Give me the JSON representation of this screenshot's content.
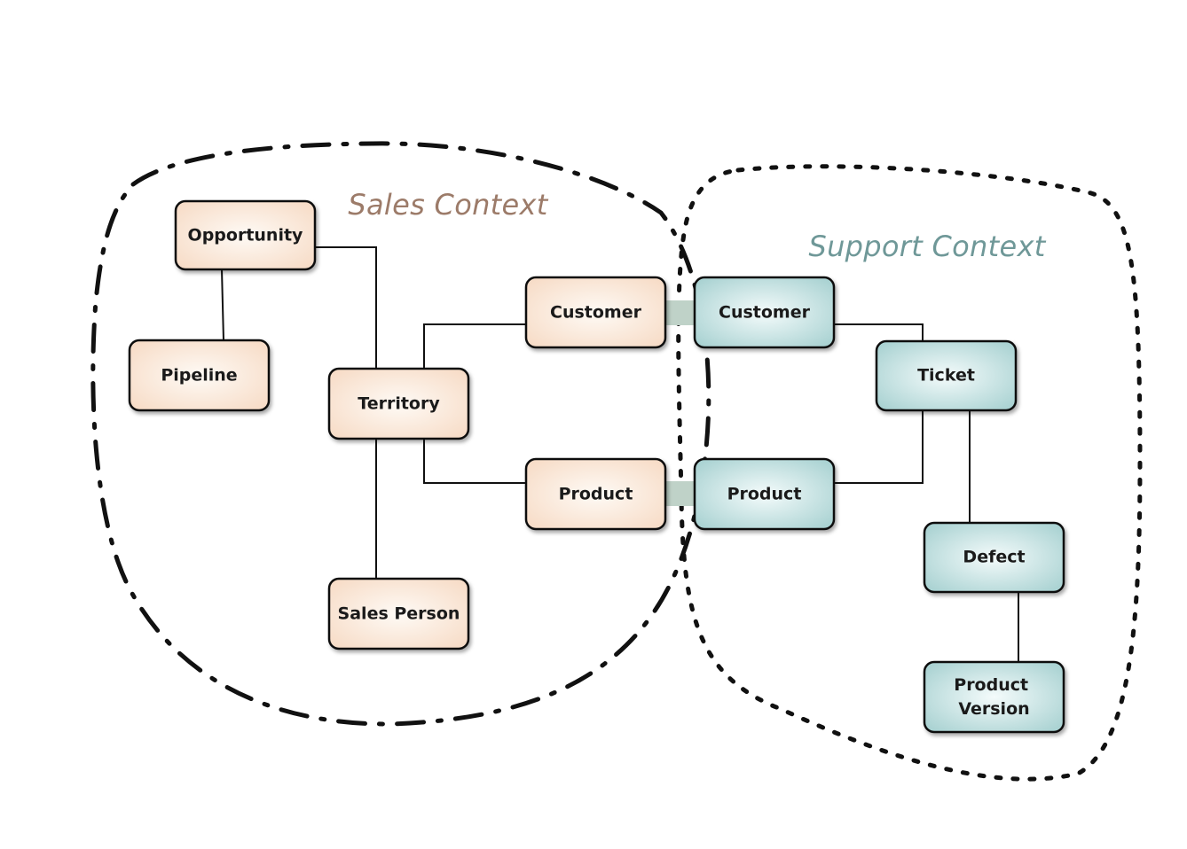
{
  "colors": {
    "sales_accent": "#9c7b69",
    "support_accent": "#6f9898",
    "sales_node_fill_light": "#fefaf5",
    "sales_node_fill_dark": "#f7dcc7",
    "support_node_fill_light": "#f4fbfb",
    "support_node_fill_dark": "#a9d2d2",
    "connector": "#111111",
    "bridge": "#bfd2c8"
  },
  "contexts": {
    "sales": {
      "title": "Sales Context"
    },
    "support": {
      "title": "Support Context"
    }
  },
  "nodes": {
    "sales_opportunity": {
      "label": "Opportunity",
      "context": "sales"
    },
    "sales_pipeline": {
      "label": "Pipeline",
      "context": "sales"
    },
    "sales_territory": {
      "label": "Territory",
      "context": "sales"
    },
    "sales_customer": {
      "label": "Customer",
      "context": "sales"
    },
    "sales_product": {
      "label": "Product",
      "context": "sales"
    },
    "sales_salesperson": {
      "label": "Sales Person",
      "context": "sales"
    },
    "support_customer": {
      "label": "Customer",
      "context": "support"
    },
    "support_product": {
      "label": "Product",
      "context": "support"
    },
    "support_ticket": {
      "label": "Ticket",
      "context": "support"
    },
    "support_defect": {
      "label": "Defect",
      "context": "support"
    },
    "support_productversion": {
      "label": [
        "Product",
        "Version"
      ],
      "context": "support"
    }
  }
}
